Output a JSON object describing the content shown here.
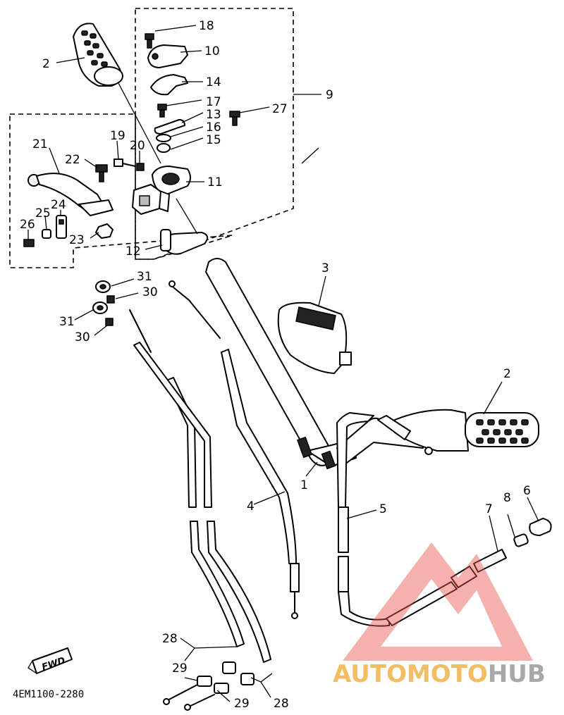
{
  "part_labels": {
    "p1": "1",
    "p2": "2",
    "p3": "3",
    "p4": "4",
    "p5": "5",
    "p6": "6",
    "p7": "7",
    "p8": "8",
    "p9": "9",
    "p10": "10",
    "p11": "11",
    "p12": "12",
    "p13": "13",
    "p14": "14",
    "p15": "15",
    "p16": "16",
    "p17": "17",
    "p18": "18",
    "p19": "19",
    "p20": "20",
    "p21": "21",
    "p22": "22",
    "p23": "23",
    "p24": "24",
    "p25": "25",
    "p26": "26",
    "p27": "27",
    "p28": "28",
    "p29": "29",
    "p30": "30",
    "p31": "31"
  },
  "fwd_badge": "FWD",
  "drawing_code": "4EM1100-2280",
  "watermark": {
    "part1": "AUTOMOTO",
    "part2": "HUB",
    "color1": "#f2b24a",
    "color2": "#9a9a9a",
    "logo_color": "#e8574f"
  }
}
